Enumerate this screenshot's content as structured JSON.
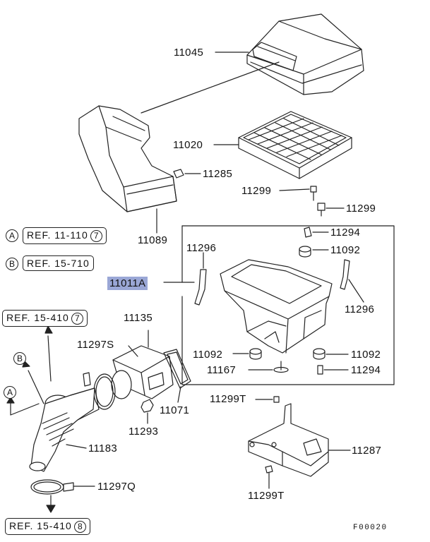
{
  "parts": {
    "p11045": "11045",
    "p11020": "11020",
    "p11285": "11285",
    "p11299_a": "11299",
    "p11299_b": "11299",
    "p11089": "11089",
    "p11296_left": "11296",
    "p11011A": "11011A",
    "p11294_top": "11294",
    "p11092_top": "11092",
    "p11296_right": "11296",
    "p11135": "11135",
    "p11297S": "11297S",
    "p11092_left": "11092",
    "p11092_right": "11092",
    "p11167": "11167",
    "p11294_bottom": "11294",
    "p11071": "11071",
    "p11293": "11293",
    "p11299T_top": "11299T",
    "p11183": "11183",
    "p11287": "11287",
    "p11297Q": "11297Q",
    "p11299T_bottom": "11299T"
  },
  "refs": {
    "ref_a_letter": "A",
    "ref_a_text": "REF. 11-110",
    "ref_a_num": "7",
    "ref_b_letter": "B",
    "ref_b_text": "REF. 15-710",
    "ref_c_text": "REF. 15-410",
    "ref_c_num": "7",
    "ref_d_text": "REF. 15-410",
    "ref_d_num": "8",
    "callout_b": "B",
    "callout_a": "A"
  },
  "figure_code": "F00020",
  "colors": {
    "highlight": "#9aa7d6",
    "line": "#222222"
  }
}
